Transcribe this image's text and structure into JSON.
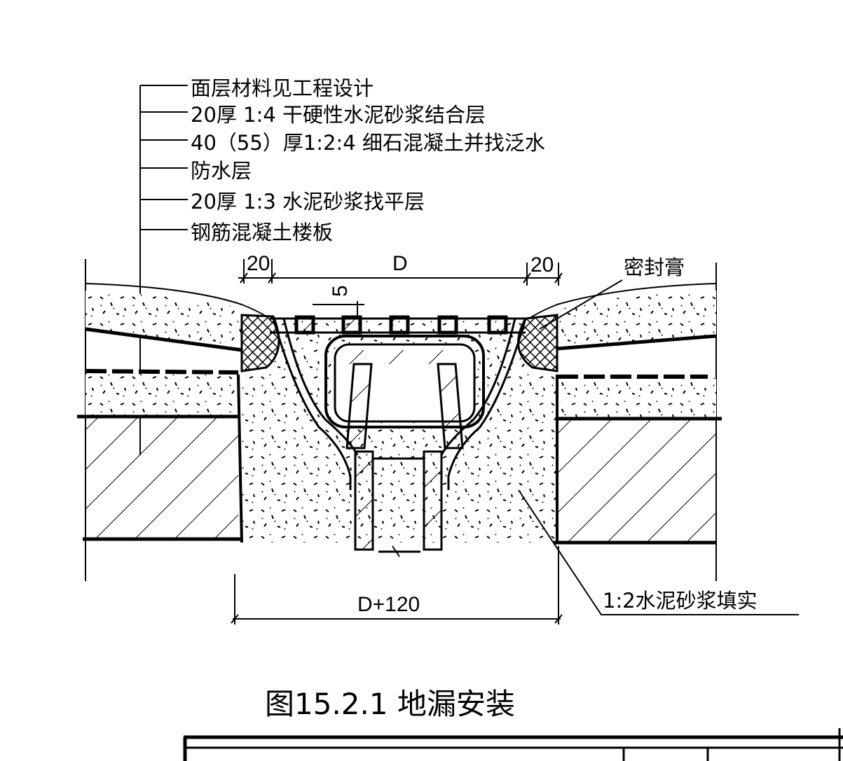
{
  "layers": [
    "面层材料见工程设计",
    "20厚 1:4 干硬性水泥砂浆结合层",
    "40（55）厚1:2:4 细石混凝土并找泛水",
    "防水层",
    "20厚 1:3 水泥砂浆找平层",
    "钢筋混凝土楼板"
  ],
  "dimensions": {
    "left_gap": "20",
    "diameter": "D",
    "right_gap": "20",
    "grate_bar": "5",
    "bottom_width": "D+120"
  },
  "callouts": {
    "sealant": "密封膏",
    "fill": "1:2水泥砂浆填实"
  },
  "caption": "图15.2.1  地漏安装"
}
